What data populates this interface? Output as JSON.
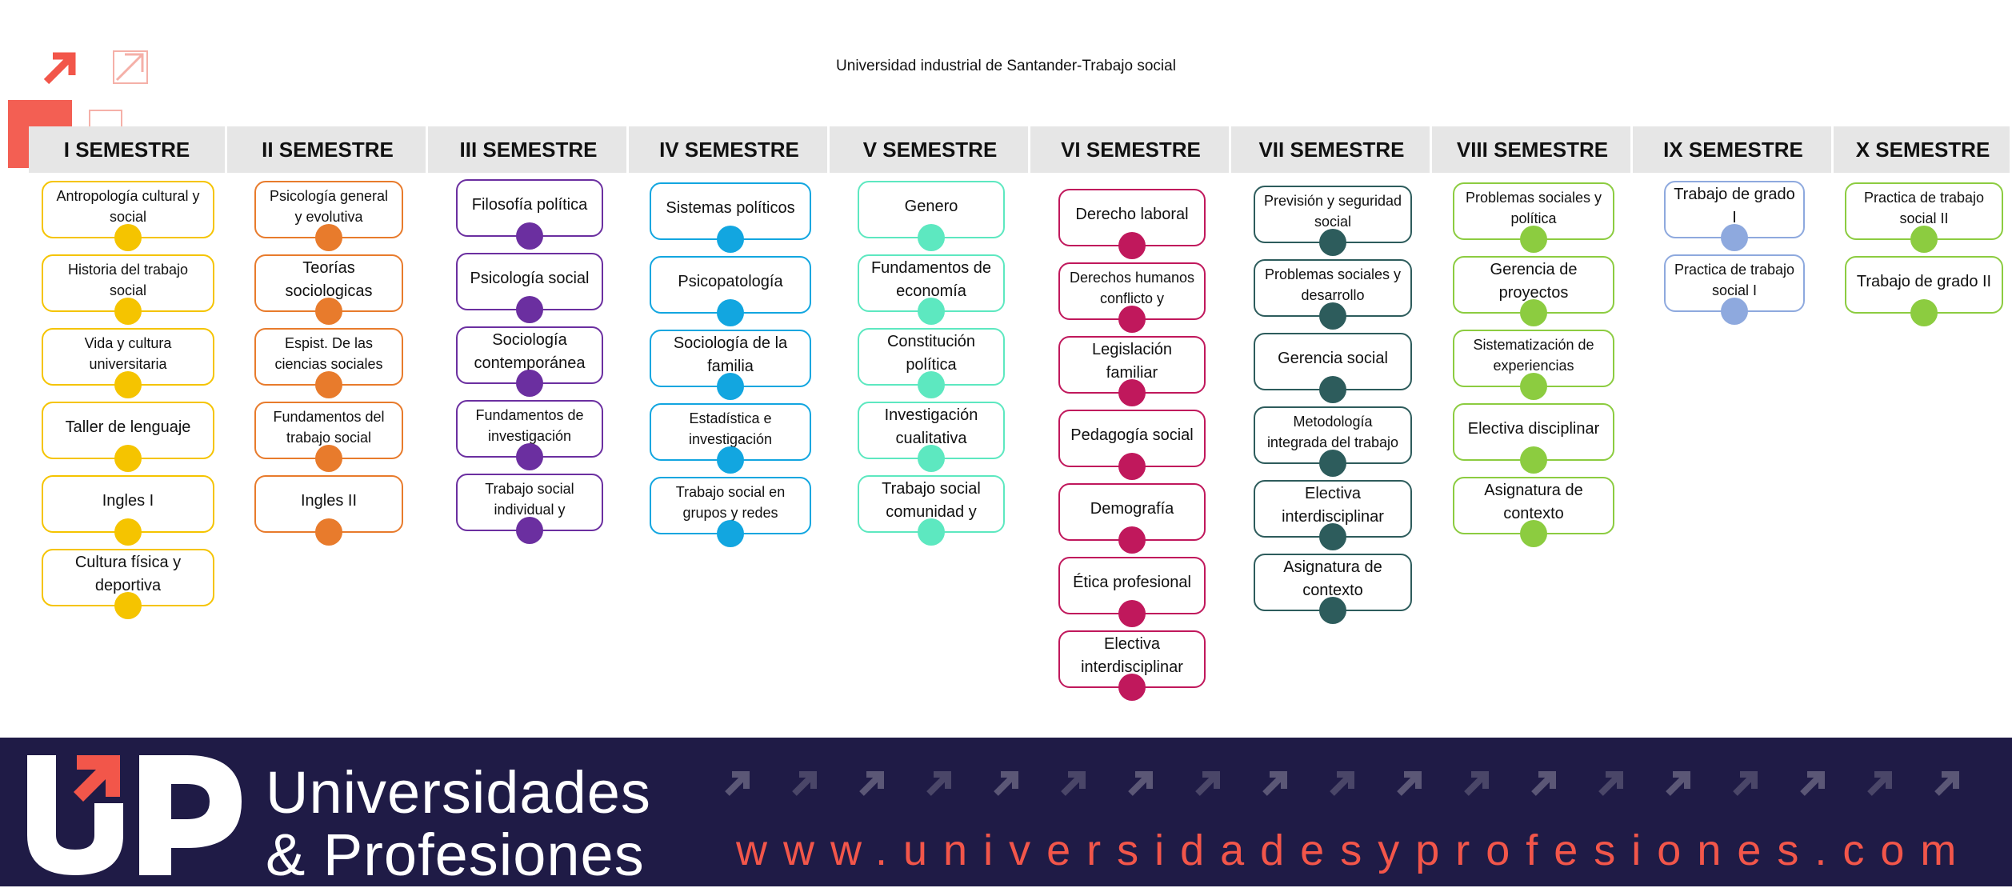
{
  "title": "Universidad industrial de Santander-Trabajo social",
  "colors": {
    "header_bg": "#e6e6e6",
    "footer_bg": "#1f1b46",
    "accent": "#f2564a",
    "semesters": [
      "#f5c400",
      "#e87b2c",
      "#6b2fa0",
      "#12a6e0",
      "#5de8c0",
      "#c0185c",
      "#2d5c5c",
      "#8ccc40",
      "#8ea9de",
      "#8ccc40"
    ]
  },
  "semesters": [
    {
      "name": "I SEMESTRE",
      "courses": [
        "Antropología cultural y social",
        "Historia del trabajo social",
        "Vida y cultura universitaria",
        "Taller de lenguaje",
        "Ingles I",
        "Cultura física y deportiva"
      ]
    },
    {
      "name": "II SEMESTRE",
      "courses": [
        "Psicología general y evolutiva",
        "Teorías sociologicas",
        "Espist. De las ciencias sociales",
        "Fundamentos del trabajo social",
        "Ingles II"
      ]
    },
    {
      "name": "III SEMESTRE",
      "courses": [
        "Filosofía política",
        "Psicología social",
        "Sociología contemporánea",
        "Fundamentos de investigación",
        "Trabajo social individual y"
      ]
    },
    {
      "name": "IV SEMESTRE",
      "courses": [
        "Sistemas políticos",
        "Psicopatología",
        "Sociología de la familia",
        "Estadística e investigación",
        "Trabajo social en grupos y redes"
      ]
    },
    {
      "name": "V SEMESTRE",
      "courses": [
        "Genero",
        "Fundamentos de economía",
        "Constitución política",
        "Investigación cualitativa",
        "Trabajo social comunidad y"
      ]
    },
    {
      "name": "VI SEMESTRE",
      "courses": [
        "Derecho laboral",
        "Derechos humanos conflicto y",
        "Legislación familiar",
        "Pedagogía social",
        "Demografía",
        "Ética profesional",
        "Electiva interdisciplinar"
      ]
    },
    {
      "name": "VII SEMESTRE",
      "courses": [
        "Previsión y seguridad social",
        "Problemas sociales y desarrollo",
        "Gerencia social",
        "Metodología integrada del trabajo",
        "Electiva interdisciplinar",
        "Asignatura de contexto"
      ]
    },
    {
      "name": "VIII SEMESTRE",
      "courses": [
        "Problemas sociales y política",
        "Gerencia de proyectos",
        "Sistematización de experiencias",
        "Electiva disciplinar",
        "Asignatura de contexto"
      ]
    },
    {
      "name": "IX SEMESTRE",
      "courses": [
        "Trabajo de grado I",
        "Practica de trabajo social I"
      ]
    },
    {
      "name": "X SEMESTRE",
      "courses": [
        "Practica de trabajo social II",
        "Trabajo de grado II"
      ]
    }
  ],
  "footer": {
    "brand_line1": "Universidades",
    "brand_line2": "& Profesiones",
    "url": "www.universidadesyprofesiones.com"
  }
}
